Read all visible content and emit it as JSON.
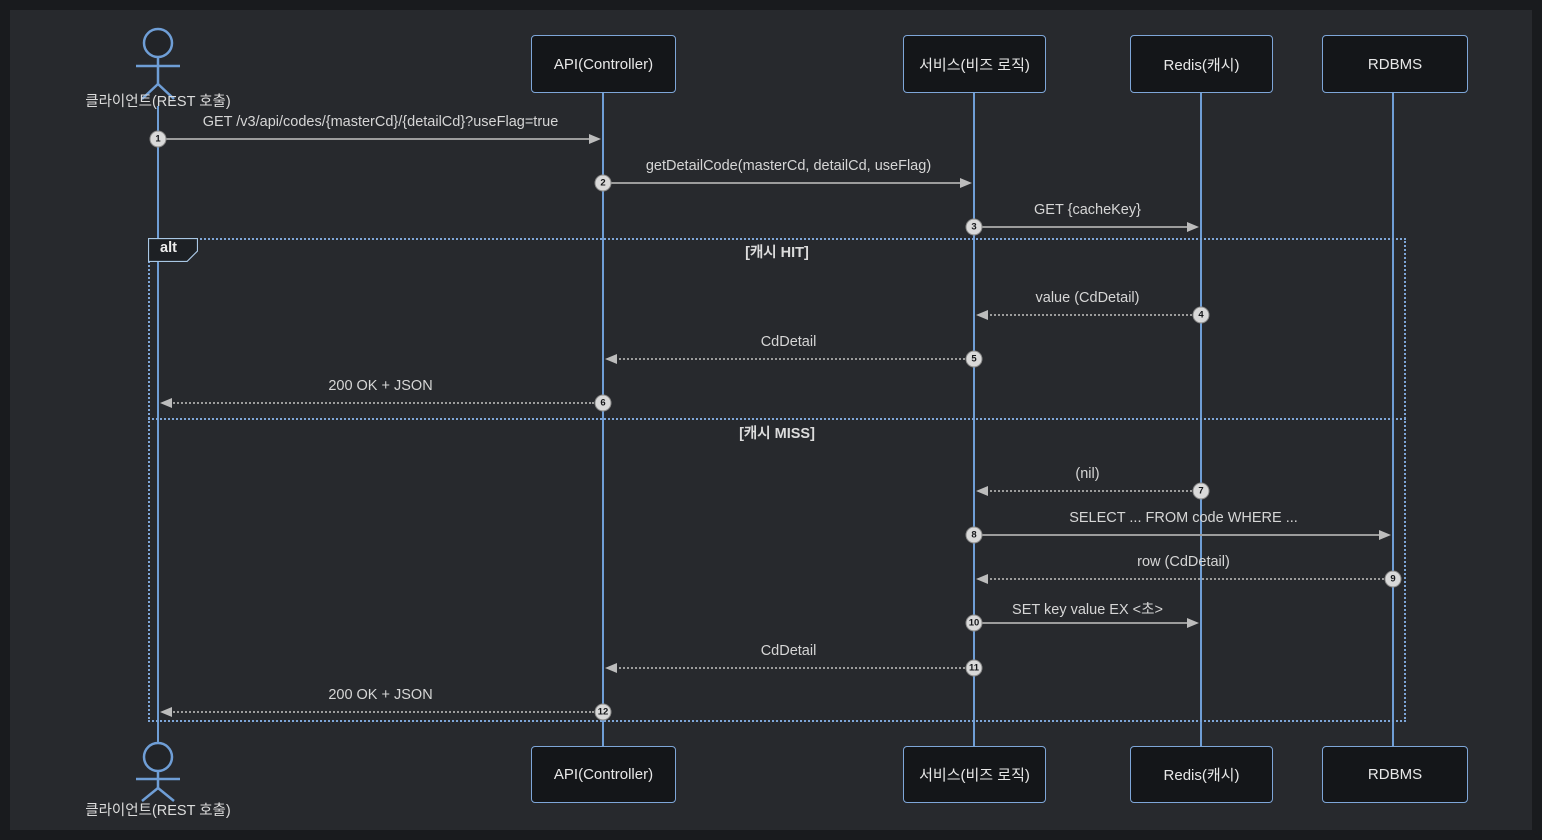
{
  "diagram": {
    "type": "sequence",
    "actor": {
      "label": "클라이언트(REST 호출)"
    },
    "participants": [
      {
        "id": "api",
        "label": "API(Controller)"
      },
      {
        "id": "service",
        "label": "서비스(비즈 로직)"
      },
      {
        "id": "redis",
        "label": "Redis(캐시)"
      },
      {
        "id": "rdbms",
        "label": "RDBMS"
      }
    ],
    "alt": {
      "label": "alt",
      "sections": [
        {
          "condition": "[캐시 HIT]"
        },
        {
          "condition": "[캐시 MISS]"
        }
      ]
    },
    "messages": [
      {
        "num": "1",
        "text": "GET /v3/api/codes/{masterCd}/{detailCd}?useFlag=true",
        "from": "클라이언트(REST 호출)",
        "to": "API(Controller)",
        "line": "solid",
        "direction": "right"
      },
      {
        "num": "2",
        "text": "getDetailCode(masterCd, detailCd, useFlag)",
        "from": "API(Controller)",
        "to": "서비스(비즈 로직)",
        "line": "solid",
        "direction": "right"
      },
      {
        "num": "3",
        "text": "GET {cacheKey}",
        "from": "서비스(비즈 로직)",
        "to": "Redis(캐시)",
        "line": "solid",
        "direction": "right"
      },
      {
        "num": "4",
        "text": "value (CdDetail)",
        "from": "Redis(캐시)",
        "to": "서비스(비즈 로직)",
        "line": "dashed",
        "direction": "left"
      },
      {
        "num": "5",
        "text": "CdDetail",
        "from": "서비스(비즈 로직)",
        "to": "API(Controller)",
        "line": "dashed",
        "direction": "left"
      },
      {
        "num": "6",
        "text": "200 OK + JSON",
        "from": "API(Controller)",
        "to": "클라이언트(REST 호출)",
        "line": "dashed",
        "direction": "left"
      },
      {
        "num": "7",
        "text": "(nil)",
        "from": "Redis(캐시)",
        "to": "서비스(비즈 로직)",
        "line": "dashed",
        "direction": "left"
      },
      {
        "num": "8",
        "text": "SELECT ... FROM code WHERE ...",
        "from": "서비스(비즈 로직)",
        "to": "RDBMS",
        "line": "solid",
        "direction": "right"
      },
      {
        "num": "9",
        "text": "row (CdDetail)",
        "from": "RDBMS",
        "to": "서비스(비즈 로직)",
        "line": "dashed",
        "direction": "left"
      },
      {
        "num": "10",
        "text": "SET key value EX <초>",
        "from": "서비스(비즈 로직)",
        "to": "Redis(캐시)",
        "line": "solid",
        "direction": "right"
      },
      {
        "num": "11",
        "text": "CdDetail",
        "from": "서비스(비즈 로직)",
        "to": "API(Controller)",
        "line": "dashed",
        "direction": "left"
      },
      {
        "num": "12",
        "text": "200 OK + JSON",
        "from": "API(Controller)",
        "to": "클라이언트(REST 호출)",
        "line": "dashed",
        "direction": "left"
      }
    ],
    "colors": {
      "background_outer": "#191b1e",
      "background_inner": "#27292d",
      "lifeline_blue": "#6f9ed6",
      "box_fill": "#141619",
      "box_border": "#7ea6d8",
      "arrow_gray": "#9c9c9c",
      "label_text": "#d6d6d6",
      "number_badge_fill": "#d9d9d9",
      "alt_frame_blue": "#7ea6d8"
    }
  }
}
